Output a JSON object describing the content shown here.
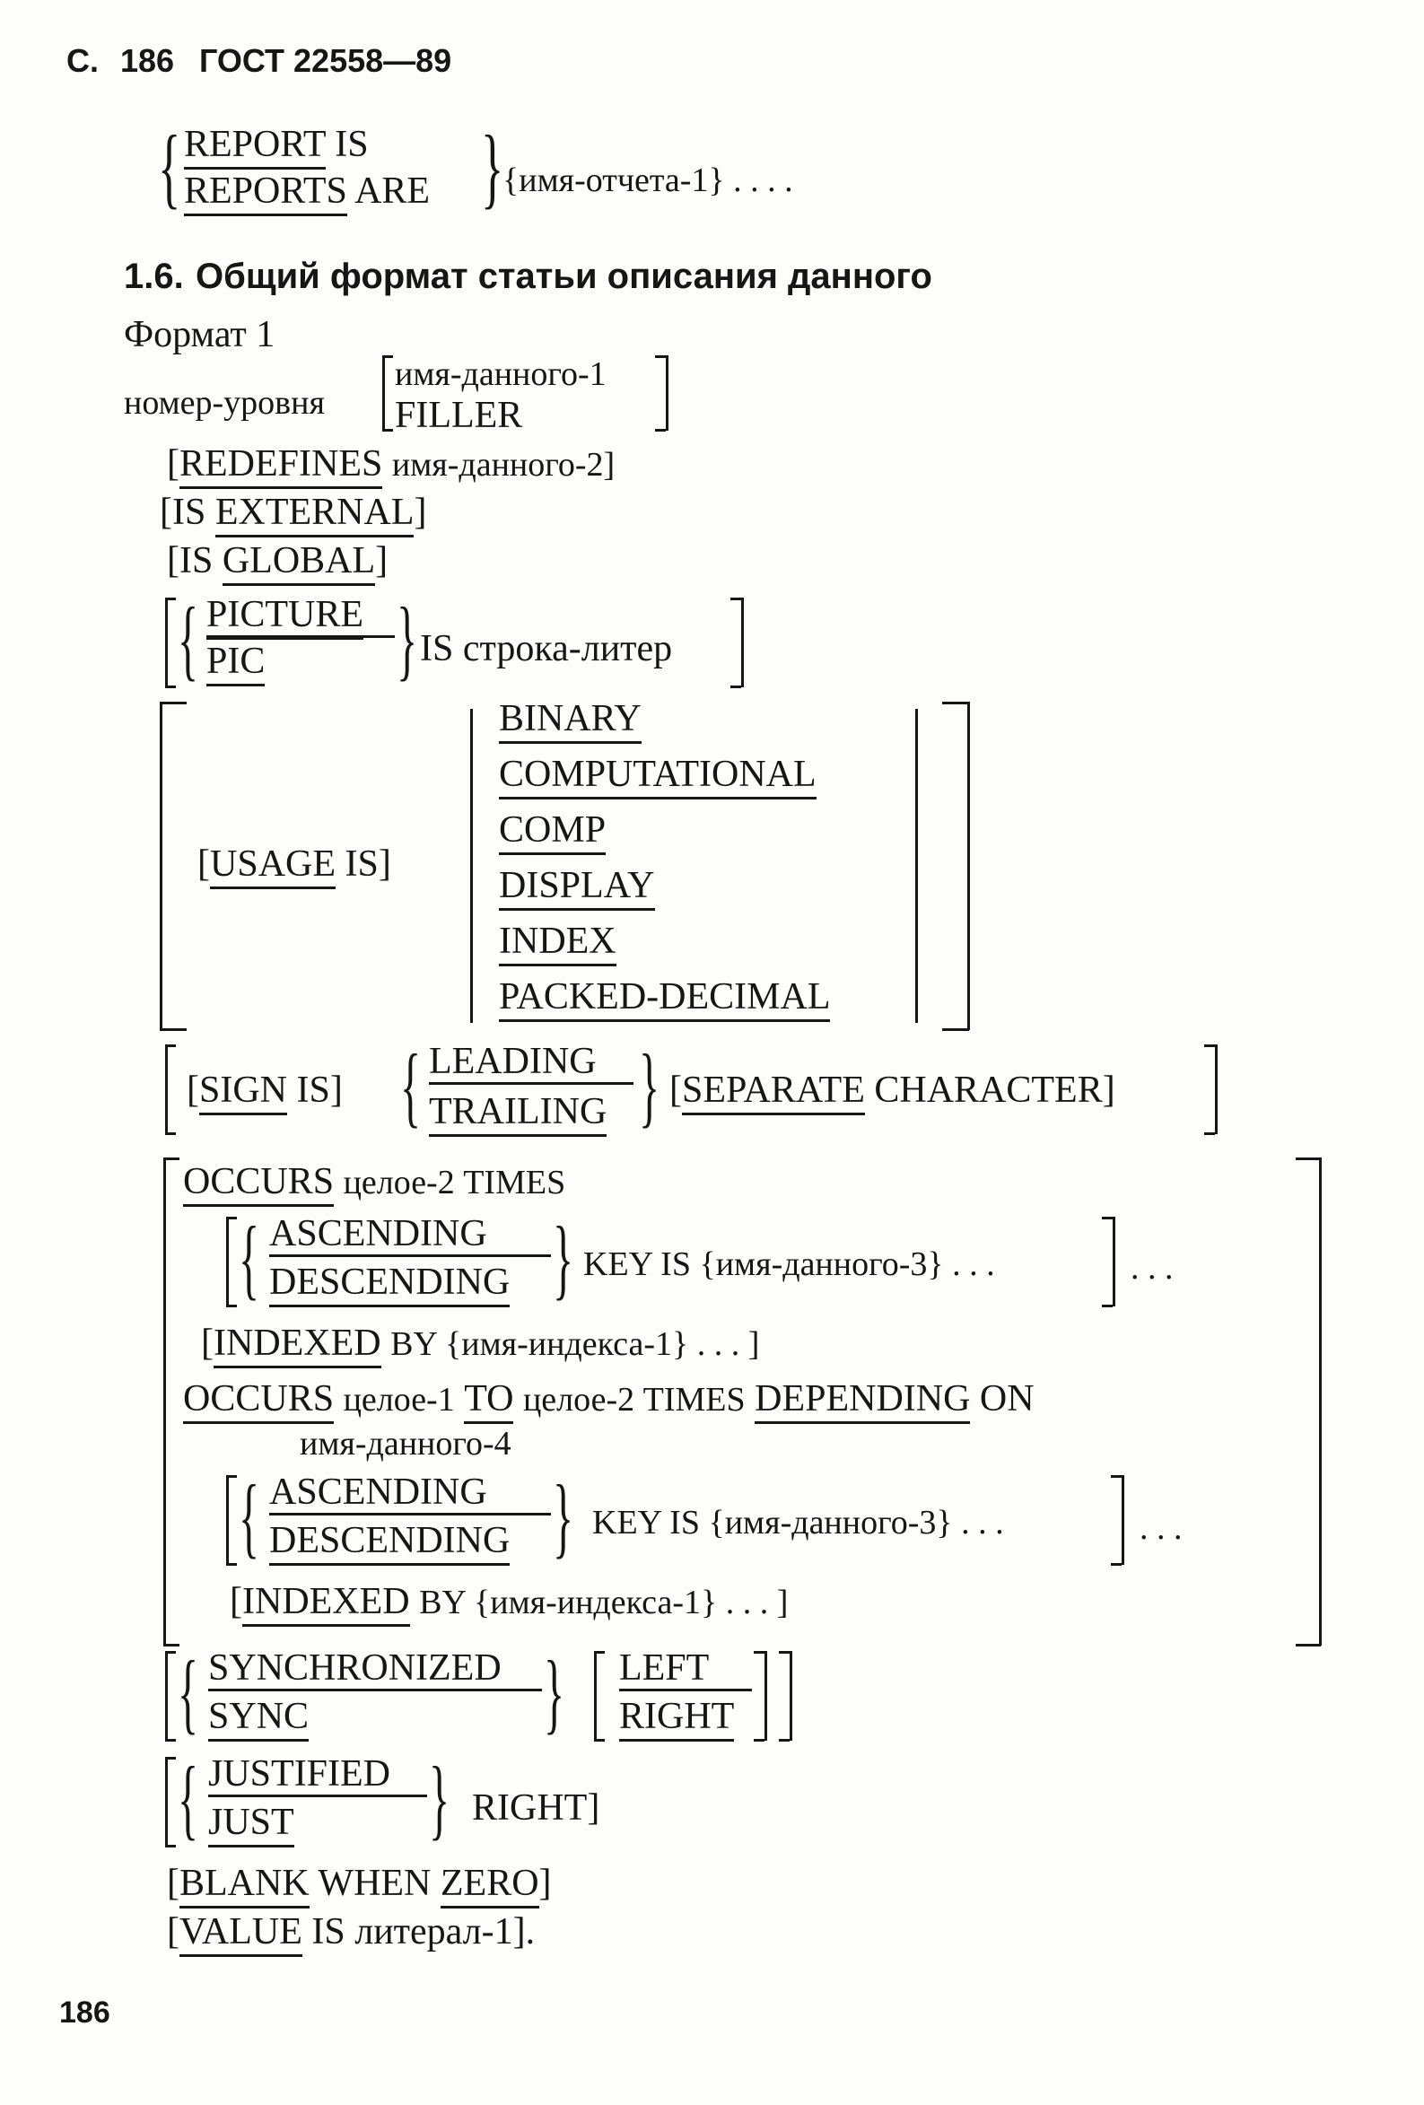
{
  "header": {
    "prefix": "С.",
    "page": "186",
    "standard": "ГОСТ 22558—89"
  },
  "report": {
    "line1_kw": "REPORT",
    "line1_rest": "IS",
    "line2_kw": "REPORTS",
    "line2_rest": "ARE",
    "arg": "{имя-отчета-1} . . . ."
  },
  "section": {
    "number": "1.6.",
    "title": "Общий формат статьи описания данного"
  },
  "format_label": "Формат 1",
  "level": {
    "label": "номер-уровня",
    "opt1": "имя-данного-1",
    "opt2": "FILLER"
  },
  "redefines": {
    "open": "[",
    "kw": "REDEFINES",
    "rest": "имя-данного-2]"
  },
  "external": {
    "open": "[IS",
    "kw": "EXTERNAL",
    "close": "]"
  },
  "global": {
    "open": "[IS",
    "kw": "GLOBAL",
    "close": "]"
  },
  "picture": {
    "opt1": "PICTURE",
    "opt2": "PIC",
    "rest": "IS строка-литер"
  },
  "usage": {
    "open": "[",
    "kw": "USAGE",
    "rest": "IS]",
    "options": [
      "BINARY",
      "COMPUTATIONAL",
      "COMP",
      "DISPLAY",
      "INDEX",
      "PACKED-DECIMAL"
    ]
  },
  "sign": {
    "open": "[",
    "kw": "SIGN",
    "rest": "IS]",
    "opt1": "LEADING",
    "opt2": "TRAILING",
    "sep_open": "[",
    "sep_kw": "SEPARATE",
    "sep_rest": "CHARACTER]"
  },
  "occurs1": {
    "kw": "OCCURS",
    "rest": "целое-2 TIMES",
    "opt1": "ASCENDING",
    "opt2": "DESCENDING",
    "key": "KEY IS {имя-данного-3} . . .",
    "dots": ". . .",
    "idx_open": "[",
    "idx_kw": "INDEXED",
    "idx_rest": "BY {имя-индекса-1} . . . ]"
  },
  "occurs2": {
    "kw": "OCCURS",
    "int1": "целое-1",
    "to": "TO",
    "int2": "целое-2 TIMES",
    "dep": "DEPENDING",
    "on": "ON",
    "name": "имя-данного-4",
    "opt1": "ASCENDING",
    "opt2": "DESCENDING",
    "key": "KEY IS {имя-данного-3} . . .",
    "dots": ". . .",
    "idx_open": "[",
    "idx_kw": "INDEXED",
    "idx_rest": "BY {имя-индекса-1} . . . ]"
  },
  "sync": {
    "opt1": "SYNCHRONIZED",
    "opt2": "SYNC",
    "left": "LEFT",
    "right": "RIGHT"
  },
  "justified": {
    "opt1": "JUSTIFIED",
    "opt2": "JUST",
    "rest": "RIGHT]"
  },
  "blank": {
    "open": "[",
    "kw1": "BLANK",
    "mid": "WHEN",
    "kw2": "ZERO",
    "close": "]"
  },
  "value": {
    "open": "[",
    "kw": "VALUE",
    "rest": "IS литерал-1]."
  },
  "footer_page": "186"
}
